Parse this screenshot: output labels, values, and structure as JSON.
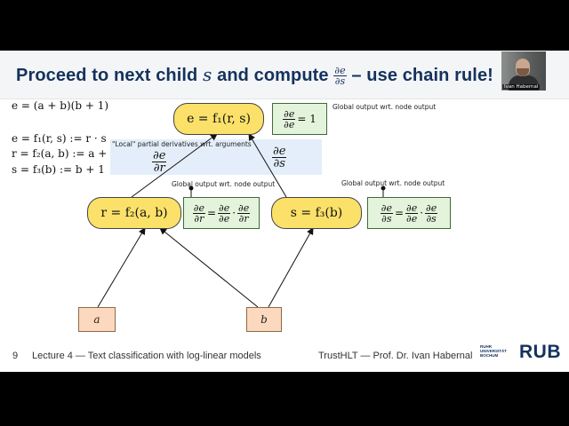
{
  "title": {
    "text_before": "Proceed to next child",
    "var_s": "s",
    "text_mid": "and compute",
    "frac_num": "∂e",
    "frac_den": "∂s",
    "text_after": "– use chain rule!"
  },
  "equations": [
    "e = (a + b)(b + 1)",
    "e = f₁(r, s) := r · s",
    "r = f₂(a, b) := a + b",
    "s = f₃(b) := b + 1"
  ],
  "nodes": {
    "e": "e = f₁(r, s)",
    "r": "r = f₂(a, b)",
    "s": "s = f₃(b)",
    "a": "a",
    "b": "b"
  },
  "global_boxes": {
    "top": {
      "frac_num": "∂e",
      "frac_den": "∂e",
      "tail": "= 1"
    },
    "r": {
      "lhs_num": "∂e",
      "lhs_den": "∂r",
      "m1_num": "∂e",
      "m1_den": "∂e",
      "m2_num": "∂e",
      "m2_den": "∂r"
    },
    "s": {
      "lhs_num": "∂e",
      "lhs_den": "∂s",
      "m1_num": "∂e",
      "m1_den": "∂e",
      "m2_num": "∂e",
      "m2_den": "∂s"
    }
  },
  "notes": {
    "global_top": "Global output wrt. node output",
    "global_r": "Global output wrt. node output",
    "global_s": "Global output wrt. node output",
    "local": "\"Local\" partial derivatives wrt. arguments"
  },
  "local": {
    "r_num": "∂e",
    "r_den": "∂r",
    "s_num": "∂e",
    "s_den": "∂s"
  },
  "footer": {
    "page": "9",
    "lecture": "Lecture 4 — Text classification with log-linear models",
    "author": "TrustHLT — Prof. Dr. Ivan Habernal",
    "uni_small_1": "RUHR",
    "uni_small_2": "UNIVERSITÄT",
    "uni_small_3": "BOCHUM",
    "uni_logo": "RUB"
  },
  "webcam": {
    "name": "Ivan Habernal"
  },
  "colors": {
    "title": "#14325c",
    "node_fill": "#fbe16a",
    "leaf_fill": "#fcd8bf",
    "global_fill": "#e4f4dc",
    "local_fill": "#e4eefa",
    "annotation": "#1e4fd6"
  }
}
